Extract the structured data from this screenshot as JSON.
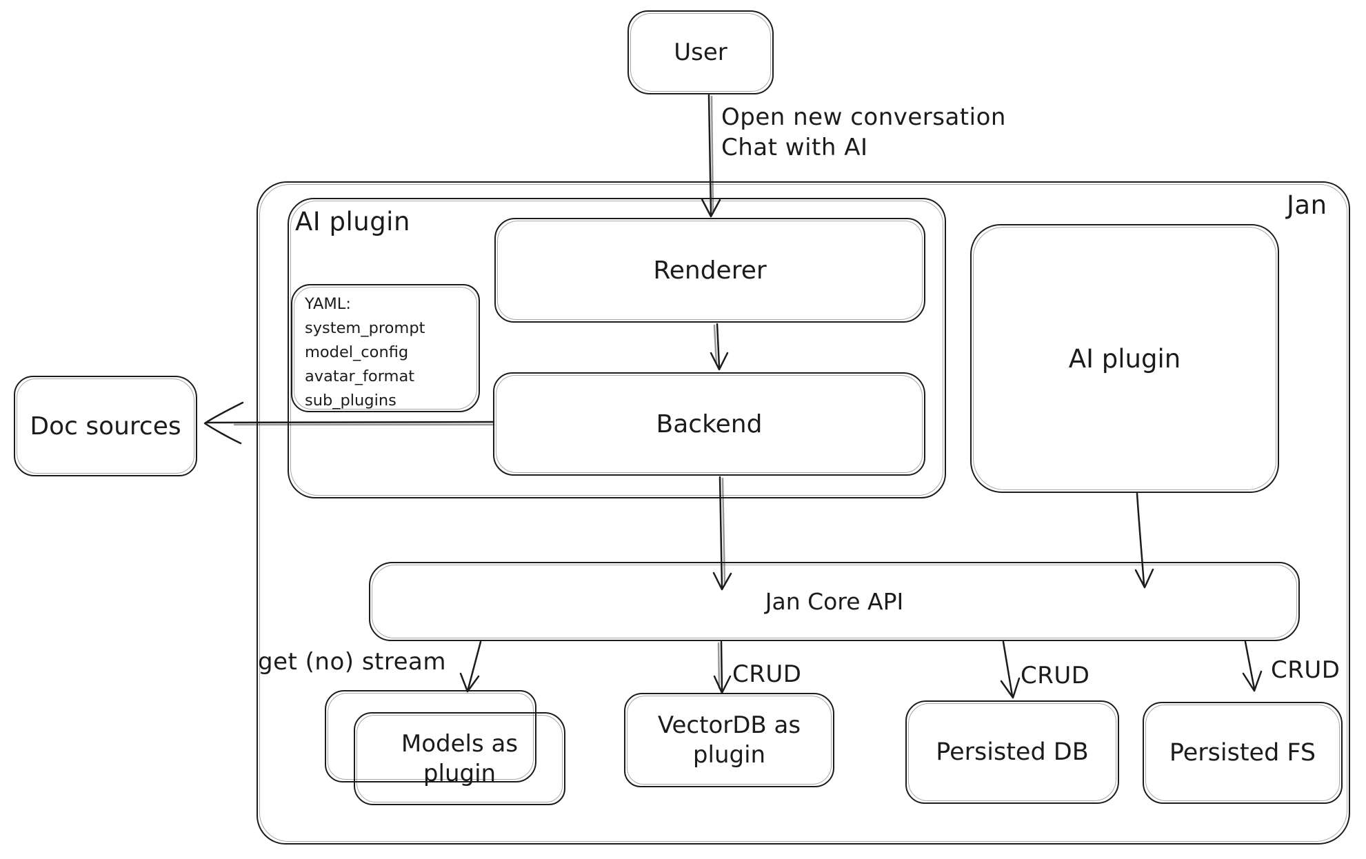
{
  "nodes": {
    "user": {
      "label": "User"
    },
    "jan": {
      "label": "Jan"
    },
    "ai_plugin_left": {
      "label": "AI plugin"
    },
    "renderer": {
      "label": "Renderer"
    },
    "backend": {
      "label": "Backend"
    },
    "yaml_note": {
      "title": "YAML:",
      "lines": [
        "system_prompt",
        "model_config",
        "avatar_format",
        "sub_plugins"
      ]
    },
    "doc_sources": {
      "label": "Doc sources"
    },
    "ai_plugin_right": {
      "label": "AI plugin"
    },
    "jan_core_api": {
      "label": "Jan Core API"
    },
    "models_plugin": {
      "label": "Models as plugin"
    },
    "vectordb_plugin": {
      "label": "VectorDB as plugin"
    },
    "persisted_db": {
      "label": "Persisted DB"
    },
    "persisted_fs": {
      "label": "Persisted FS"
    }
  },
  "edges": {
    "user_to_renderer": {
      "label": "Open new conversation\nChat with AI"
    },
    "core_to_models": {
      "label": "get (no) stream"
    },
    "core_to_vectordb": {
      "label": "CRUD"
    },
    "core_to_persisted_db": {
      "label": "CRUD"
    },
    "core_to_persisted_fs": {
      "label": "CRUD"
    }
  },
  "colors": {
    "stroke": "#1b1b1b",
    "background": "#ffffff"
  }
}
